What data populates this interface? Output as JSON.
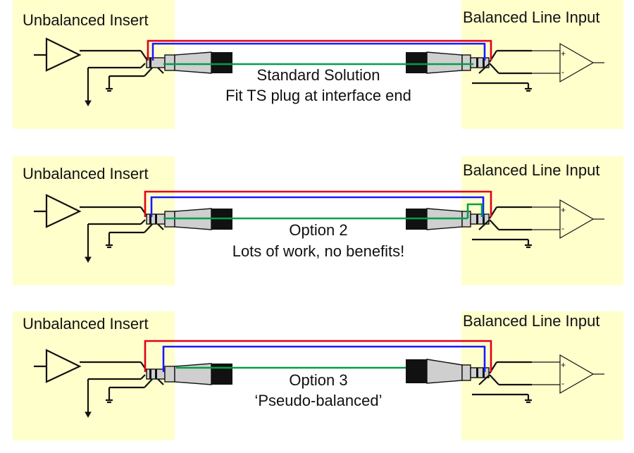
{
  "colors": {
    "panel": "#ffffcc",
    "line": "#111111",
    "red": "#e0001a",
    "blue": "#1a1aff",
    "green": "#00a04a",
    "plug_gray": "#cfcfcf",
    "plug_black": "#111111"
  },
  "panels": [
    {
      "left_label": "Unbalanced Insert",
      "right_label": "Balanced Line Input",
      "caption_line1": "Standard Solution",
      "caption_line2": "Fit TS plug at interface end",
      "variant": "standard"
    },
    {
      "left_label": "Unbalanced Insert",
      "right_label": "Balanced Line Input",
      "caption_line1": "Option 2",
      "caption_line2": "Lots of work, no benefits!",
      "variant": "option2"
    },
    {
      "left_label": "Unbalanced Insert",
      "right_label": "Balanced Line Input",
      "caption_line1": "Option 3",
      "caption_line2": "‘Pseudo-balanced’",
      "variant": "option3"
    }
  ],
  "opamp_signs": {
    "plus": "+",
    "minus": "-"
  }
}
